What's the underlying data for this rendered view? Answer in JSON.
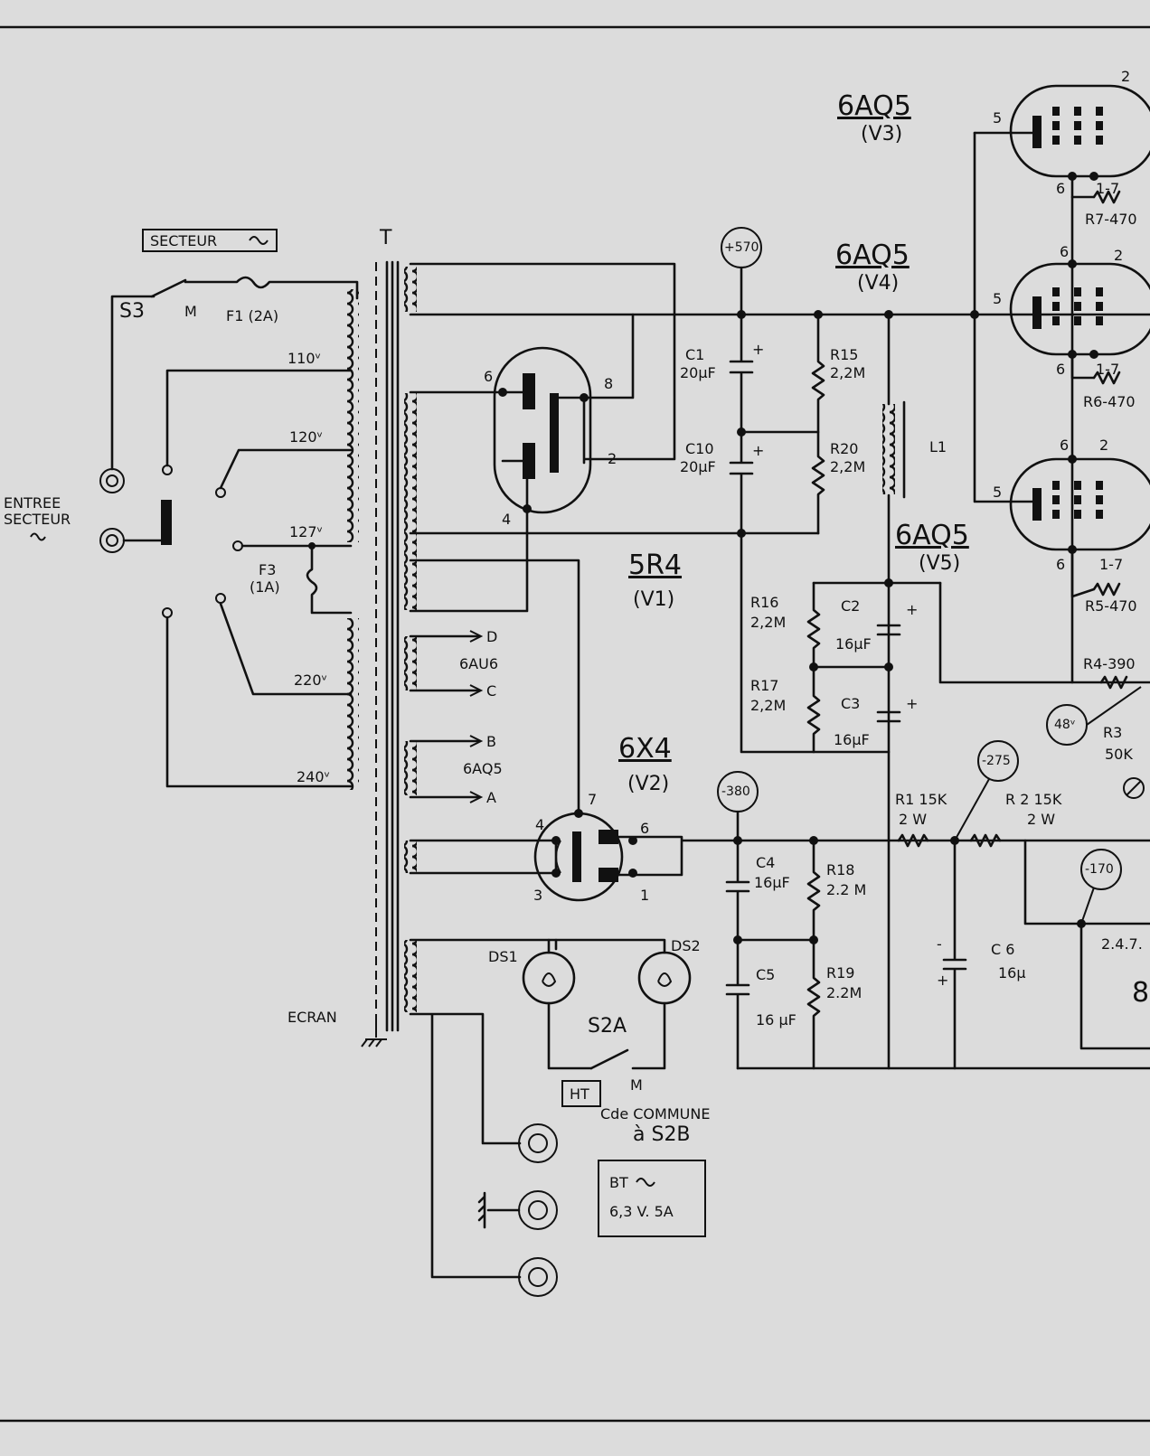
{
  "mains": {
    "secteur_label": "SECTEUR",
    "entree_line1": "ENTREE",
    "entree_line2": "SECTEUR",
    "s3_label": "S3",
    "s3_m": "M",
    "f1_label": "F1 (2A)",
    "tap_110": "110ᵛ",
    "tap_120": "120ᵛ",
    "tap_127": "127ᵛ",
    "tap_220": "220ᵛ",
    "tap_240": "240ᵛ",
    "f3_label": "F3",
    "f3_rating": "(1A)"
  },
  "transformer": {
    "label": "T",
    "ecran_label": "ECRAN",
    "tap_d": "D",
    "heater1": "6AU6",
    "tap_c": "C",
    "tap_b": "B",
    "heater2": "6AQ5",
    "tap_a": "A"
  },
  "v1": {
    "type": "5R4",
    "ref": "(V1)",
    "pin6": "6",
    "pin8": "8",
    "pin2": "2",
    "pin4": "4"
  },
  "v2": {
    "type": "6X4",
    "ref": "(V2)",
    "pin7": "7",
    "pin4": "4",
    "pin6": "6",
    "pin3": "3",
    "pin1": "1"
  },
  "v3": {
    "type": "6AQ5",
    "ref": "(V3)",
    "pin5": "5",
    "pin2": "2",
    "pin6": "6",
    "pin17": "1-7"
  },
  "v4": {
    "type": "6AQ5",
    "ref": "(V4)",
    "pin5": "5",
    "pin2": "2",
    "pin6": "6",
    "pin17": "1-7"
  },
  "v5": {
    "type": "6AQ5",
    "ref": "(V5)",
    "pin5": "5",
    "pin2": "2",
    "pin6": "6",
    "pin17": "1-7"
  },
  "testpoints": {
    "tp570": "+570",
    "tp380": "-380",
    "tp275": "-275",
    "tp170": "-170",
    "tp48": "48ᵛ"
  },
  "caps": {
    "c1": "C1",
    "c1_val": "20μF",
    "c10": "C10",
    "c10_val": "20μF",
    "c2": "C2",
    "c2_val": "16μF",
    "c3": "C3",
    "c3_val": "16μF",
    "c4": "C4",
    "c4_val": "16μF",
    "c5": "C5",
    "c5_val": "16 μF",
    "c6": "C 6",
    "c6_val": "16μ"
  },
  "resistors": {
    "r15": "R15",
    "r15_val": "2,2M",
    "r20": "R20",
    "r20_val": "2,2M",
    "r16": "R16",
    "r16_val": "2,2M",
    "r17": "R17",
    "r17_val": "2,2M",
    "r18": "R18",
    "r18_val": "2.2 M",
    "r19": "R19",
    "r19_val": "2.2M",
    "r1": "R1 15K",
    "r1_w": "2 W",
    "r2": "R 2  15K",
    "r2_w": "2 W",
    "r3": "R3",
    "r3_val": "50K",
    "r4": "R4-390",
    "r5": "R5-470",
    "r6": "R6-470",
    "r7": "R7-470"
  },
  "choke": {
    "l1": "L1"
  },
  "misc": {
    "pins_247": "2.4.7.",
    "partial_8": "8"
  },
  "lamps": {
    "ds1": "DS1",
    "ds2": "DS2",
    "s2a": "S2A",
    "s2a_m": "M",
    "ht": "HT",
    "commune": "Cde COMMUNE",
    "s2b": "à S2B",
    "bt": "BT",
    "bt_rating": "6,3 V. 5A"
  }
}
